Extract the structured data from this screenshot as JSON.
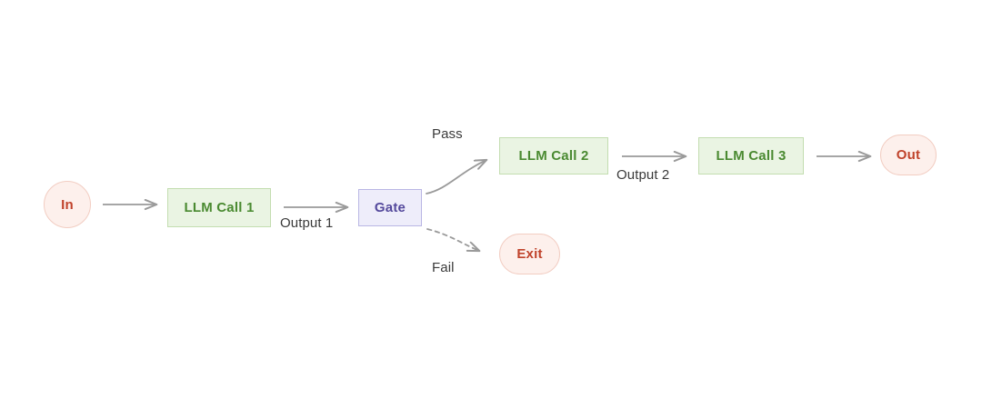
{
  "diagram": {
    "title": "LLM workflow with evaluator gate",
    "background": "#ffffff",
    "colors": {
      "process_fill": "#eaf4e3",
      "process_border": "#c3ddb0",
      "process_text": "#4a8a31",
      "gate_fill": "#eeedfa",
      "gate_border": "#b9b6e4",
      "gate_text": "#54499c",
      "terminal_fill": "#fdf0ec",
      "terminal_border": "#f2cdc2",
      "terminal_text": "#c0432b",
      "edge_stroke": "#9a9a9a",
      "label_text": "#3a3a3a"
    },
    "nodes": {
      "in": {
        "label": "In",
        "shape": "circle",
        "type": "terminal"
      },
      "llm_call_1": {
        "label": "LLM Call 1",
        "shape": "rect",
        "type": "process"
      },
      "gate": {
        "label": "Gate",
        "shape": "rect",
        "type": "gate"
      },
      "llm_call_2": {
        "label": "LLM Call 2",
        "shape": "rect",
        "type": "process"
      },
      "llm_call_3": {
        "label": "LLM Call 3",
        "shape": "rect",
        "type": "process"
      },
      "out": {
        "label": "Out",
        "shape": "pill",
        "type": "terminal"
      },
      "exit": {
        "label": "Exit",
        "shape": "pill",
        "type": "terminal"
      }
    },
    "edges": [
      {
        "id": "in-to-llm1",
        "from": "in",
        "to": "llm_call_1",
        "label": "",
        "style": "solid"
      },
      {
        "id": "llm1-to-gate",
        "from": "llm_call_1",
        "to": "gate",
        "label": "Output 1",
        "style": "solid"
      },
      {
        "id": "gate-to-llm2",
        "from": "gate",
        "to": "llm_call_2",
        "label": "Pass",
        "style": "solid"
      },
      {
        "id": "gate-to-exit",
        "from": "gate",
        "to": "exit",
        "label": "Fail",
        "style": "dashed"
      },
      {
        "id": "llm2-to-llm3",
        "from": "llm_call_2",
        "to": "llm_call_3",
        "label": "Output 2",
        "style": "solid"
      },
      {
        "id": "llm3-to-out",
        "from": "llm_call_3",
        "to": "out",
        "label": "",
        "style": "solid"
      }
    ]
  }
}
